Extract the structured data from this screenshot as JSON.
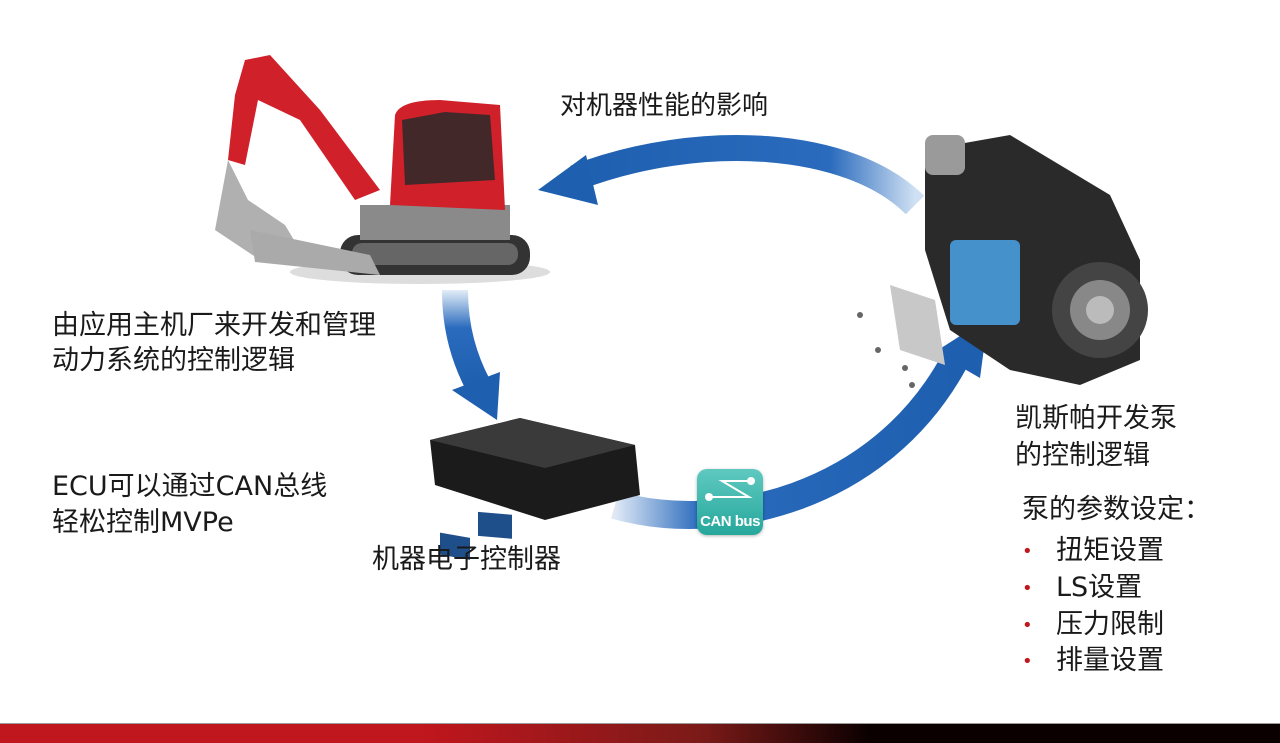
{
  "labels": {
    "impact": "对机器性能的影响",
    "oem_line1": "由应用主机厂来开发和管理",
    "oem_line2": "动力系统的控制逻辑",
    "ecu_line1": "ECU可以通过CAN总线",
    "ecu_line2": "轻松控制MVPe",
    "machine_ecu": "机器电子控制器",
    "pump_line1": "凯斯帕开发泵",
    "pump_line2": "的控制逻辑",
    "params_title": "泵的参数设定："
  },
  "params": [
    "扭矩设置",
    "LS设置",
    "压力限制",
    "排量设置"
  ],
  "bullet": "•",
  "can_bus": "CAN bus",
  "colors": {
    "arrow": "#1f5fb0",
    "accent": "#c0161d",
    "canbus": "#2fb0a5"
  }
}
